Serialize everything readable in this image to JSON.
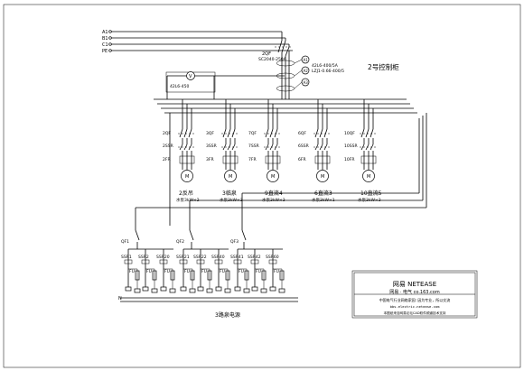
{
  "phase_labels": [
    "A1",
    "B1",
    "C1",
    "PE"
  ],
  "main_breaker": {
    "code": "2QF",
    "model": "SC2040-250A"
  },
  "current_transformer": "42L6-400/5A",
  "ct_secondary": "LZJ1-0.66-400/5",
  "meters": [
    "A1",
    "A2",
    "A3"
  ],
  "voltmeter": {
    "symbol": "V",
    "model": "42L6-450"
  },
  "cabinet_title": "2号控制柜",
  "motor_columns": [
    {
      "qf": "2QF",
      "km": "2SSR",
      "fr": "2FR",
      "name": "2反吊",
      "spec": "水泵3kW×2"
    },
    {
      "qf": "3QF",
      "km": "3SSR",
      "fr": "3FR",
      "name": "3临泉",
      "spec": "水泵3kW×3"
    },
    {
      "qf": "7QF",
      "km": "7SSR",
      "fr": "7FR",
      "name": "9直流4",
      "spec": "水泵3kW×3"
    },
    {
      "qf": "6QF",
      "km": "6SSR",
      "fr": "6FR",
      "name": "6直流3",
      "spec": "水泵3kW×1"
    },
    {
      "qf": "10QF",
      "km": "10SSR",
      "fr": "10FR",
      "name": "10直流5",
      "spec": "水泵3kW×3"
    }
  ],
  "motor_symbol": "M",
  "bottom_groups": [
    {
      "qf": "QF1",
      "ssr": [
        "SSR1",
        "SSR2",
        "SSR20"
      ],
      "fu": [
        "FU",
        "FU",
        "FU"
      ]
    },
    {
      "qf": "QF2",
      "ssr": [
        "SSR21",
        "SSR22",
        "SSR40"
      ],
      "fu": [
        "FU",
        "FU",
        "FU"
      ]
    },
    {
      "qf": "QF3",
      "ssr": [
        "SSR41",
        "SSR42",
        "SSR60"
      ],
      "fu": [
        "FU",
        "FU",
        "FU"
      ]
    }
  ],
  "neutral_label": "N",
  "bottom_caption": "3路泉电源",
  "watermark": {
    "title": "网易 NETEASE",
    "line1": "网易 · 电气 co.163.com",
    "line2": "中国电气行业网络家园: 因为专业，所以交流",
    "line3": "bbs.electric.netease.com",
    "line4": "本图纸来自网易论坛CAD软件频道技术支持"
  }
}
